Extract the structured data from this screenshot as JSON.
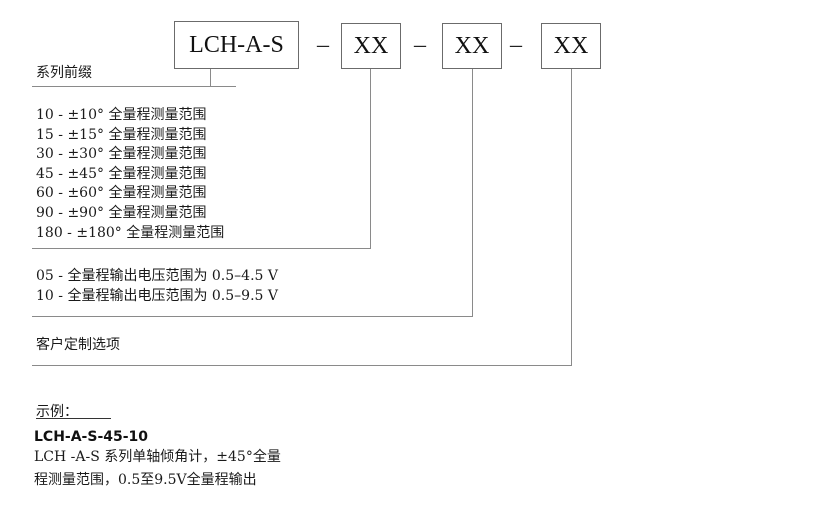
{
  "model": {
    "prefix": "LCH-A-S",
    "separator": "–",
    "field1": "XX",
    "field2": "XX",
    "field3": "XX"
  },
  "series_prefix_label": "系列前缀",
  "range_options": [
    "10 - ±10° 全量程测量范围",
    "15 - ±15° 全量程测量范围",
    "30 - ±30° 全量程测量范围",
    "45 - ±45° 全量程测量范围",
    "60 - ±60° 全量程测量范围",
    "90 - ±90° 全量程测量范围",
    "180 - ±180° 全量程测量范围"
  ],
  "output_options": [
    "05 - 全量程输出电压范围为 0.5–4.5 V",
    "10 - 全量程输出电压范围为 0.5–9.5 V"
  ],
  "custom_option": "客户定制选项",
  "example": {
    "title": "示例：",
    "code": "LCH-A-S-45-10",
    "desc_line1": "LCH -A-S 系列单轴倾角计，±45°全量",
    "desc_line2": "程测量范围，0.5至9.5V全量程输出"
  }
}
